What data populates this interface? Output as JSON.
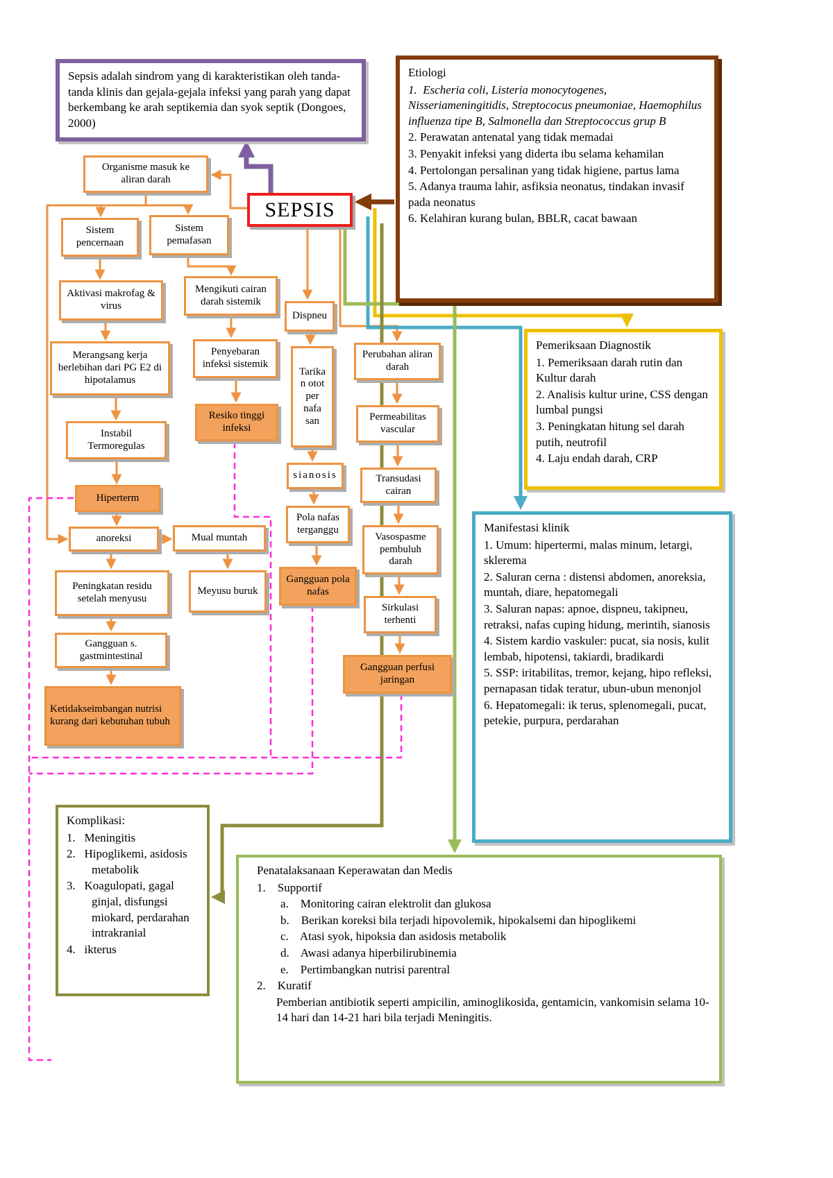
{
  "definition": {
    "text": "Sepsis adalah sindrom yang di karakteristikan oleh tanda-tanda klinis dan gejala-gejala infeksi yang parah yang dapat berkembang ke arah septikemia dan syok septik (Dongoes, 2000)"
  },
  "etiologi": {
    "title": "Etiologi",
    "items": [
      "1.  Escheria coli, Listeria monocytogenes, Nisseriameningitidis, Streptococus pneumoniae, Haemophilus influenza tipe B, Salmonella dan Streptococcus grup B",
      "2. Perawatan antenatal yang tidak memadai",
      "3. Penyakit infeksi yang diderta ibu selama kehamilan",
      "4. Pertolongan persalinan yang tidak higiene, partus lama",
      "5. Adanya trauma lahir, asfiksia neonatus, tindakan invasif pada neonatus",
      "6. Kelahiran kurang bulan, BBLR, cacat bawaan"
    ]
  },
  "nodes": {
    "organisme": "Organisme masuk ke aliran darah",
    "sepsis": "SEPSIS",
    "sistem_pencernaan": "Sistem pencernaan",
    "sistem_pernafasan": "Sistem pemafasan",
    "aktivasi": "Aktivasi makrofag & virus",
    "mengikuti": "Mengikuti cairan darah sistemik",
    "dispneu": "Dispneu",
    "merangsang": "Merangsang kerja berlebihan dari PG E2 di hipotalamus",
    "penyebaran": "Penyebaran infeksi sistemik",
    "tarikan": "Tarika n otot per nafa san",
    "perubahan": "Perubahan aliran darah",
    "resiko": "Resiko tinggi infeksi",
    "permeabilitas": "Permeabilitas vascular",
    "instabil": "Instabil Termoregulas",
    "sianosis": "sianosis",
    "transudasi": "Transudasi cairan",
    "hiperterm": "Hiperterm",
    "pola_nafas": "Pola nafas terganggu",
    "vasospasme": "Vasospasme pembuluh darah",
    "anoreksi": "anoreksi",
    "mual_muntah": "Mual muntah",
    "gangguan_pola_nafas": "Gangguan pola nafas",
    "peningkatan_residu": "Peningkatan residu setelah menyusu",
    "meyusu_buruk": "Meyusu buruk",
    "sirkulasi": "Sirkulasi terhenti",
    "gangguan_gastro": "Gangguan s. gastmintestinal",
    "gangguan_perfusi": "Gangguan perfusi jaringan",
    "ketidakseimbangan": "Ketidakseimbangan nutrisi kurang dari kebutuhan tubuh"
  },
  "pemeriksaan": {
    "title": "Pemeriksaan Diagnostik",
    "items": [
      "1. Pemeriksaan darah rutin dan Kultur darah",
      "2. Analisis kultur urine, CSS dengan lumbal pungsi",
      "3. Peningkatan hitung sel darah putih, neutrofil",
      "4. Laju endah darah, CRP"
    ]
  },
  "manifestasi": {
    "title": "Manifestasi klinik",
    "items": [
      "1. Umum: hipertermi, malas minum, letargi, sklerema",
      "2. Saluran cerna : distensi abdomen, anoreksia, muntah, diare, hepatomegali",
      "3. Saluran napas: apnoe, dispneu, takipneu, retraksi, nafas cuping hidung, merintih, sianosis",
      "4. Sistem kardio vaskuler: pucat, sia nosis, kulit lembab, hipotensi, takiardi, bradikardi",
      "5. SSP: iritabilitas, tremor, kejang, hipo refleksi, pernapasan tidak teratur, ubun-ubun menonjol",
      "6. Hepatomegali: ik terus, splenomegali, pucat, petekie, purpura, perdarahan"
    ]
  },
  "komplikasi": {
    "title": "Komplikasi:",
    "items": [
      "1.   Meningitis",
      "2.   Hipoglikemi, asidosis metabolik",
      "3.   Koagulopati, gagal ginjal, disfungsi miokard, perdarahan intrakranial",
      "4.   ikterus"
    ]
  },
  "penatalaksanaan": {
    "title": "Penatalaksanaan Keperawatan dan Medis",
    "lines": [
      "1.    Supportif",
      "a.    Monitoring cairan elektrolit dan glukosa",
      "b.    Berikan koreksi bila terjadi hipovolemik, hipokalsemi dan hipoglikemi",
      "c.    Atasi syok, hipoksia dan asidosis metabolik",
      "d.    Awasi adanya hiperbilirubinemia",
      "e.    Pertimbangkan nutrisi parentral",
      "2.    Kuratif",
      "Pemberian antibiotik seperti ampicilin, aminoglikosida, gentamicin, vankomisin selama 10-14 hari dan 14-21 hari bila terjadi Meningitis."
    ]
  },
  "colors": {
    "orange": "#ED9342",
    "orange_fill": "#F2A25C",
    "red": "#EE1C1C",
    "purple": "#7D60A0",
    "brown": "#843C0C",
    "yellow": "#EFC000",
    "teal": "#4BACC6",
    "green": "#9BBB59",
    "olive": "#8C8C3C",
    "magenta": "#FF2BD6"
  }
}
